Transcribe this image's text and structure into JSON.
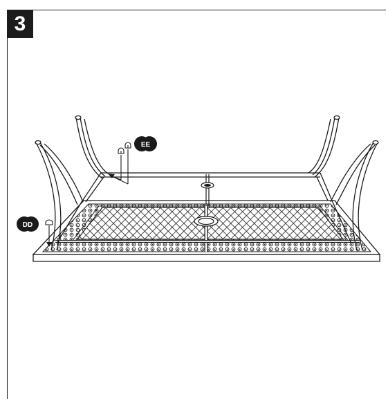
{
  "step": {
    "number": "3"
  },
  "callouts": {
    "dd": {
      "label": "DD"
    },
    "ee": {
      "label": "EE"
    }
  },
  "colors": {
    "ink": "#1a1a1a",
    "paper": "#ffffff"
  }
}
